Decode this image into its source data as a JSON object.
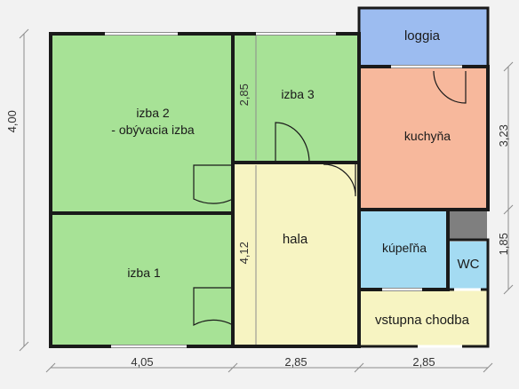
{
  "rooms": {
    "izba2": {
      "line1": "izba 2",
      "line2": "- obývacia izba",
      "color": "#a7e296"
    },
    "izba1": {
      "label": "izba 1",
      "color": "#a7e296"
    },
    "izba3": {
      "label": "izba 3",
      "color": "#a7e296"
    },
    "hala": {
      "label": "hala",
      "color": "#f7f4c2"
    },
    "loggia": {
      "label": "loggia",
      "color": "#9cbcf0"
    },
    "kuchyna": {
      "label": "kuchyňa",
      "color": "#f7b89c"
    },
    "kupelna": {
      "label": "kúpeľňa",
      "color": "#a4dbf2"
    },
    "wc": {
      "label": "WC",
      "color": "#a4dbf2"
    },
    "vstupna_chodba": {
      "label": "vstupna chodba",
      "color": "#f7f4c2"
    },
    "shaft": {
      "color": "#7f7f7f"
    }
  },
  "dimensions": {
    "left_height": "4,00",
    "bottom_left": "4,05",
    "bottom_mid": "2,85",
    "bottom_right": "2,85",
    "right_upper": "3,23",
    "right_lower": "1,85",
    "izba3_height": "2,85",
    "hala_height": "4,12"
  },
  "colors": {
    "wall": "#1a1a1a",
    "window": "#ffffff",
    "dim_line": "#8c8c8c"
  }
}
